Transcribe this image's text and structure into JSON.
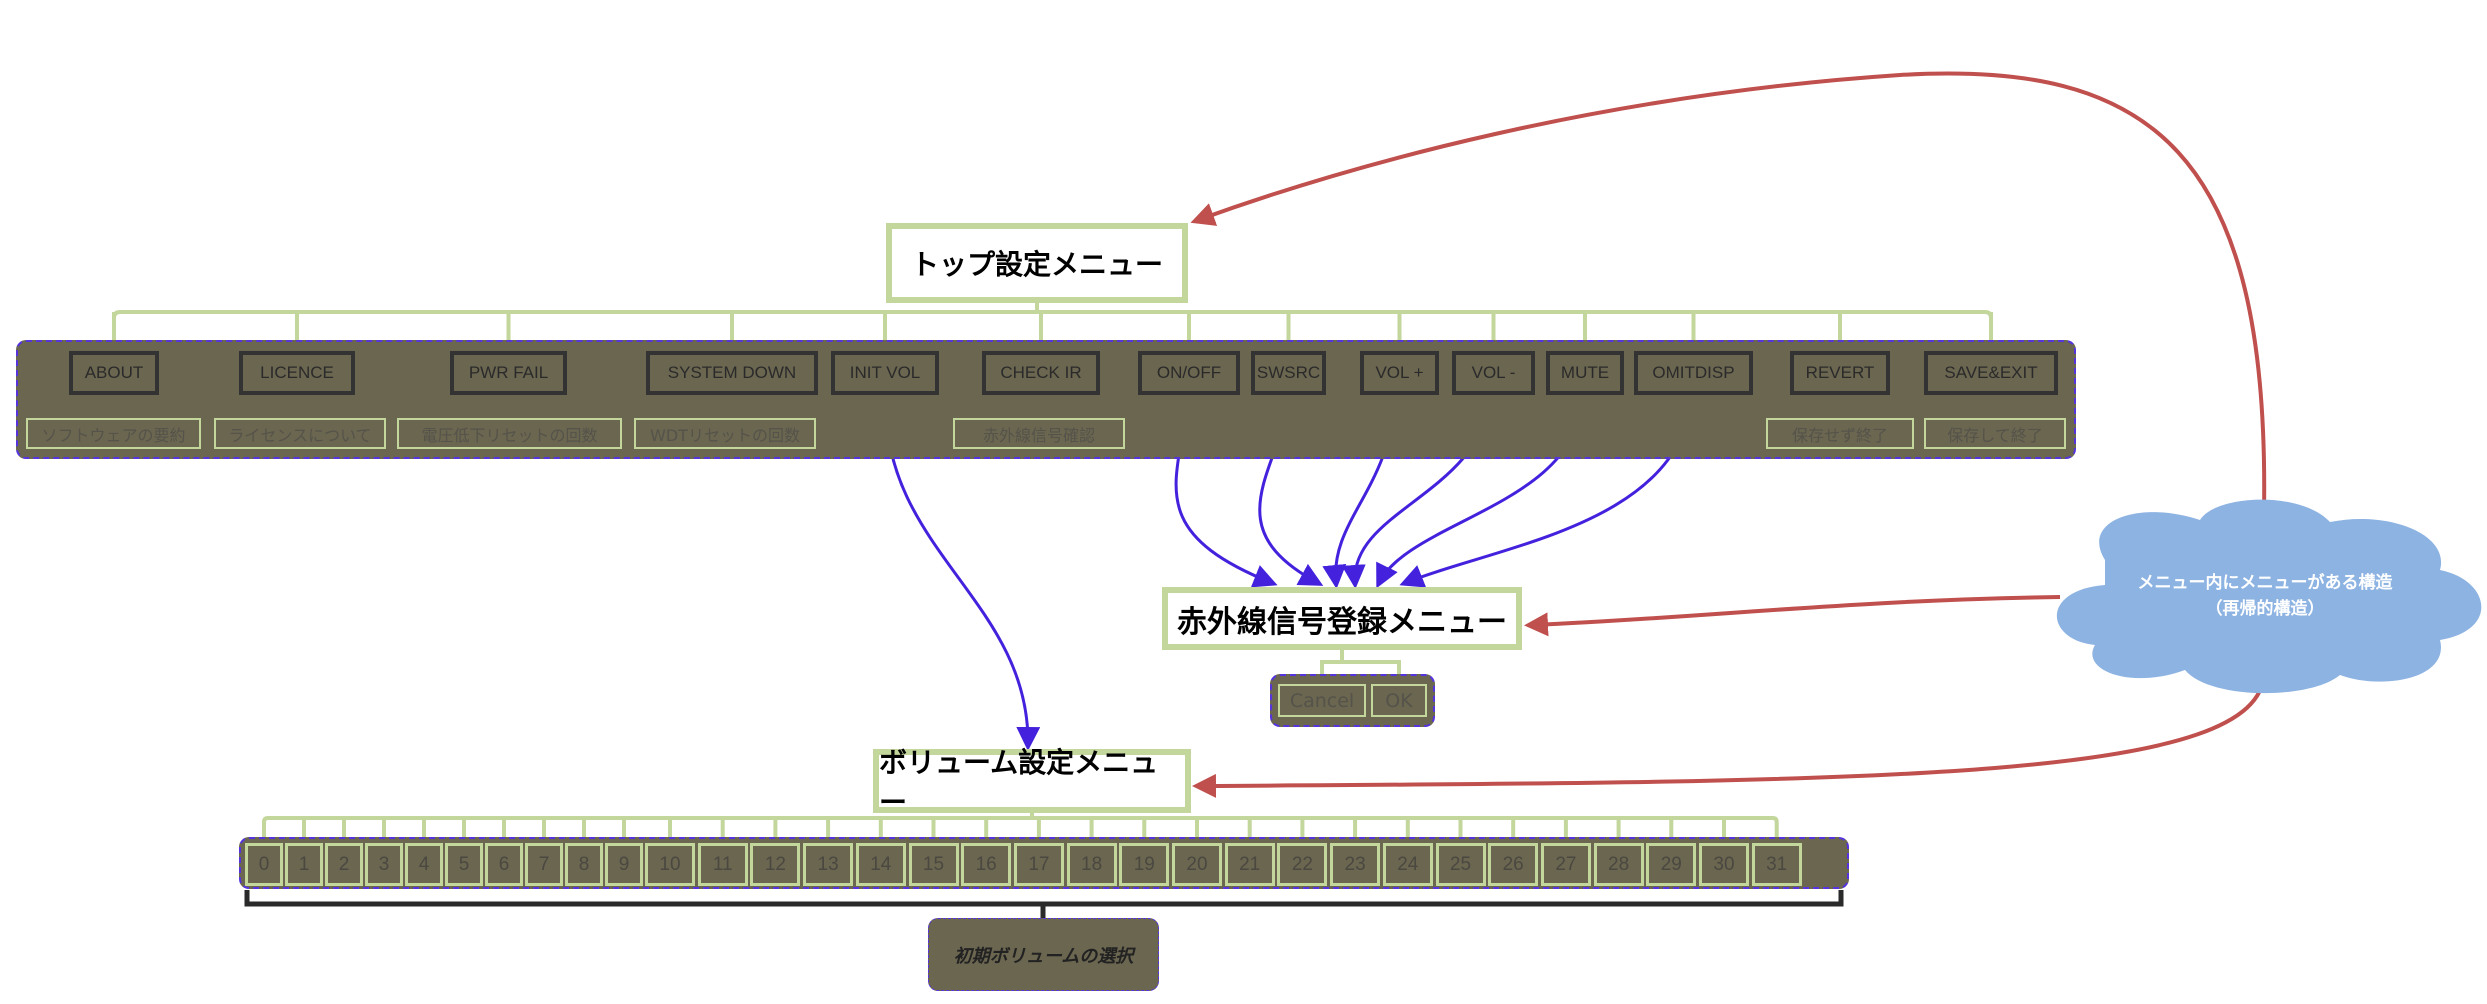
{
  "top_menu": {
    "title": "トップ設定メニュー",
    "items": [
      {
        "label": "ABOUT",
        "sub": "ソフトウェアの要約"
      },
      {
        "label": "LICENCE",
        "sub": "ライセンスについて"
      },
      {
        "label": "PWR FAIL",
        "sub": "電圧低下リセットの回数"
      },
      {
        "label": "SYSTEM DOWN",
        "sub": "WDTリセットの回数"
      },
      {
        "label": "INIT VOL",
        "sub": ""
      },
      {
        "label": "CHECK IR",
        "sub": "赤外線信号確認"
      },
      {
        "label": "ON/OFF",
        "sub": ""
      },
      {
        "label": "SWSRC",
        "sub": ""
      },
      {
        "label": "VOL +",
        "sub": ""
      },
      {
        "label": "VOL -",
        "sub": ""
      },
      {
        "label": "MUTE",
        "sub": ""
      },
      {
        "label": "OMITDISP",
        "sub": ""
      },
      {
        "label": "REVERT",
        "sub": "保存せず終了"
      },
      {
        "label": "SAVE&EXIT",
        "sub": "保存して終了"
      }
    ]
  },
  "ir_menu": {
    "title": "赤外線信号登録メニュー",
    "cancel_label": "Cancel",
    "ok_label": "OK"
  },
  "volume_menu": {
    "title": "ボリューム設定メニュー",
    "values": [
      "0",
      "1",
      "2",
      "3",
      "4",
      "5",
      "6",
      "7",
      "8",
      "9",
      "10",
      "11",
      "12",
      "13",
      "14",
      "15",
      "16",
      "17",
      "18",
      "19",
      "20",
      "21",
      "22",
      "23",
      "24",
      "25",
      "26",
      "27",
      "28",
      "29",
      "30",
      "31"
    ],
    "note": "初期ボリュームの選択"
  },
  "cloud": {
    "line1": "メニュー内にメニューがある構造",
    "line2": "（再帰的構造）"
  },
  "colors": {
    "panel": "#6b6650",
    "panel_border": "#5533dd",
    "connector_green": "#c3d69b",
    "arrow_blue": "#4422dd",
    "arrow_red": "#c0504d",
    "cloud": "#8db3e2"
  }
}
